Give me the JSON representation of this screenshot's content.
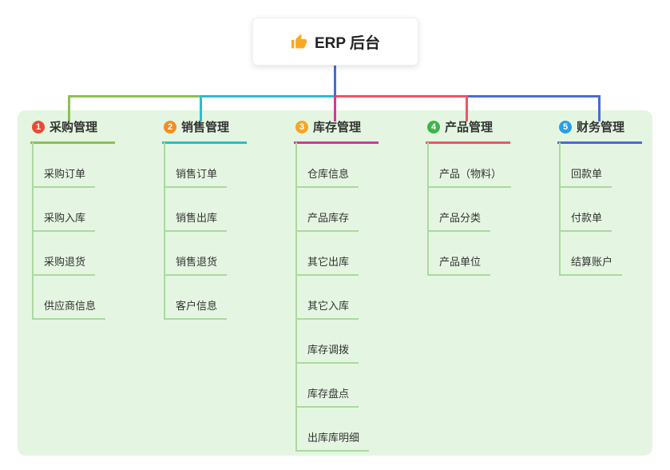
{
  "root": {
    "label": "ERP 后台",
    "icon": "thumbs-up"
  },
  "branches": [
    {
      "num": "1",
      "label": "采购管理",
      "children": [
        "采购订单",
        "采购入库",
        "采购退货",
        "供应商信息"
      ]
    },
    {
      "num": "2",
      "label": "销售管理",
      "children": [
        "销售订单",
        "销售出库",
        "销售退货",
        "客户信息"
      ]
    },
    {
      "num": "3",
      "label": "库存管理",
      "children": [
        "仓库信息",
        "产品库存",
        "其它出库",
        "其它入库",
        "库存调拨",
        "库存盘点",
        "出库库明细"
      ]
    },
    {
      "num": "4",
      "label": "产品管理",
      "children": [
        "产品（物料）",
        "产品分类",
        "产品单位"
      ]
    },
    {
      "num": "5",
      "label": "财务管理",
      "children": [
        "回款单",
        "付款单",
        "结算账户"
      ]
    }
  ],
  "colors": {
    "panel": "#e4f6e1",
    "stem": "#4a6bd4",
    "child_line": "#abd8a0",
    "b1_line": "#8cc152",
    "b2_line": "#26c0c9",
    "b3_line": "#cf3a9b",
    "b4_line": "#ed5565",
    "b5_line": "#4a6bd4",
    "badge1": "#e94b35",
    "badge2": "#f68b1f",
    "badge3": "#f5a623",
    "badge4": "#3cb54a",
    "badge5": "#2b9fe2",
    "thumb": "#f9a825"
  }
}
